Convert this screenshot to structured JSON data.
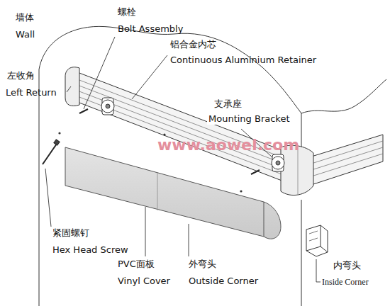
{
  "diagram": {
    "labels": [
      "墙体",
      "Wall",
      "螺栓",
      "Bolt Assembly",
      "铝合金内芯",
      "Continuous Aluminium Retainer",
      "左收角",
      "Left Return",
      "支承座",
      "Mounting Bracket",
      "www.aowel.com",
      "紧固螺钉",
      "Hex Head Screw",
      "PVC面板",
      "Vinyl Cover",
      "外弯头",
      "Outside Corner",
      "内弯头",
      "Inside Corner"
    ]
  }
}
